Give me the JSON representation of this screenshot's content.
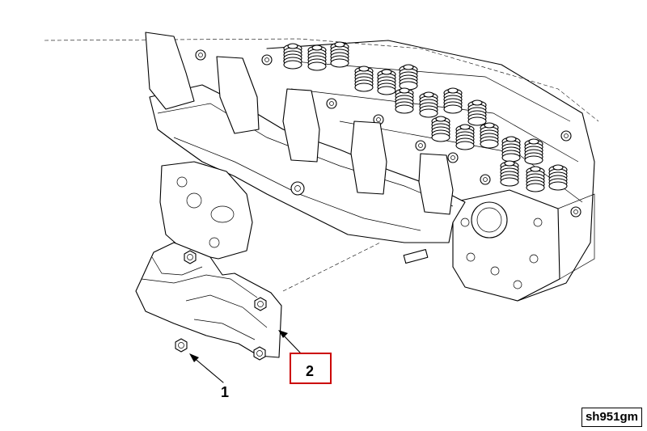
{
  "callouts": [
    {
      "id": "1",
      "label": "1"
    },
    {
      "id": "2",
      "label": "2"
    }
  ],
  "figure_id": "sh951gm",
  "highlight_color": "#cc0000"
}
